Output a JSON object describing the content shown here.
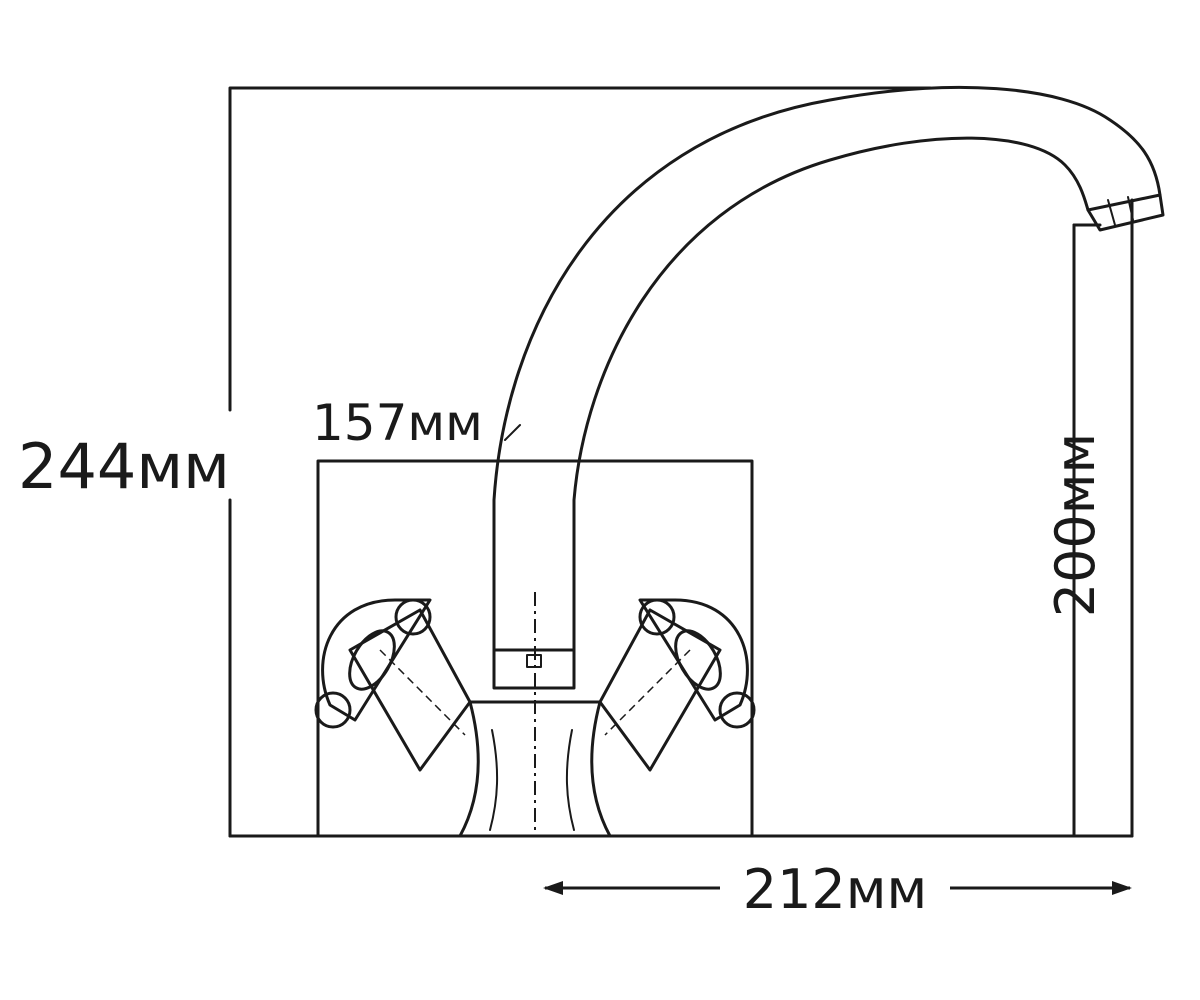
{
  "dimensions": {
    "overall_height": "244мм",
    "base_width": "157мм",
    "spout_height": "200мм",
    "spout_reach": "212мм"
  },
  "colors": {
    "line": "#1a1a1a",
    "background": "#ffffff"
  }
}
